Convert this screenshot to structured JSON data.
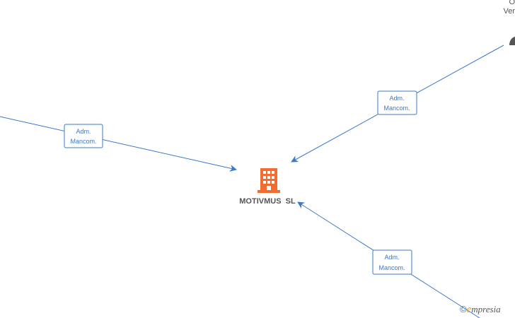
{
  "center_node": {
    "name": "MOTIVMUS  SL",
    "icon": "building-icon",
    "color": "#f26b30"
  },
  "edges": [
    {
      "id": "left",
      "label_line1": "Adm.",
      "label_line2": "Mancom."
    },
    {
      "id": "top-right",
      "label_line1": "Adm.",
      "label_line2": "Mancom."
    },
    {
      "id": "bottom-right",
      "label_line1": "Adm.",
      "label_line2": "Mancom."
    }
  ],
  "partial_nodes": [
    {
      "line1": "O",
      "line2": "Ver"
    }
  ],
  "watermark": {
    "copyright": "©",
    "brand_first": "e",
    "brand_rest": "mpresia"
  },
  "colors": {
    "edge": "#3a78c9",
    "node": "#f26b30",
    "text": "#555555"
  }
}
